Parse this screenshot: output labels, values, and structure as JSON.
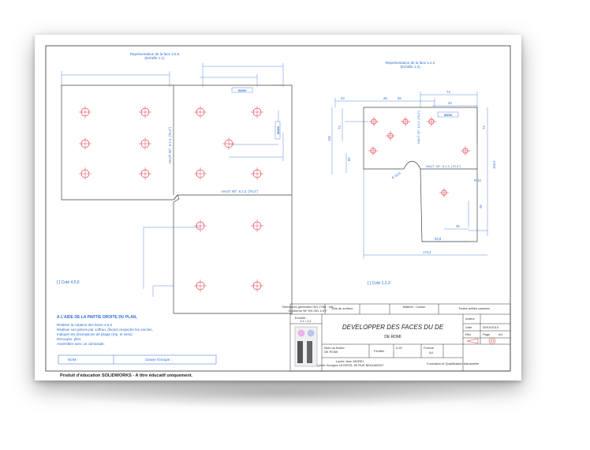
{
  "view_left": {
    "title": "Représentation de la face 4,5,6",
    "scale": "(Echelle 1:1)",
    "note_small": "90/90",
    "note_right": "60/60",
    "vertical_label": "HAUT. 90°, 6.2.3. (76,4°)",
    "horizontal_label": "HAUT. 90°, 6.2.3. (76,4°)",
    "cote": "[ ] Coté 4,5,6"
  },
  "view_right": {
    "title": "Représentation de la face 1,2,3",
    "scale": "(Echelle 1:2)",
    "note_small": "90/90",
    "vertical_label": "HAUT. 90°, 6.2.3. (76,4°)",
    "angle_label": "HAUT. 90°, 6.2.3. (76,4°)",
    "cote": "[ ] Coté 1,2,3",
    "dims": {
      "d1": "23",
      "d2": "28",
      "d3": "26",
      "d4": "73",
      "d5": "43",
      "h1": "73",
      "h2": "118",
      "h3": "80",
      "h4": "73",
      "h5": "153,2",
      "r1": "R 12",
      "r2": "R 16,5",
      "w1": "45",
      "w2": "93,8",
      "w3": "172,2",
      "v1": "45"
    }
  },
  "instructions": {
    "heading": "A L'AIDE DE LA PARTIE DROITE DU PLAN,",
    "lines": [
      "Réaliser la cotation des faces 4,5,6",
      "Réaliser ces pièces par coffrao, (faces) respecter les cercles,",
      "Indiquer les (inscriptions de pliage (rep. et sens)",
      "Découper, plier,",
      "Assembler avec un camarade."
    ],
    "nom_label": "NOM :",
    "classe_label": "Classe /Groupe :"
  },
  "title_block": {
    "top_cells": [
      "Tolérances générales ISO 2768 - mK",
      "Conforme NF EN ISO 4,5 F",
      "Etat de surface",
      "Matière : Carton",
      "Toutes arêtes cassées"
    ],
    "main_title": "DEVELOPPER DES FACES DU DE",
    "subtitle": "DE ROMI",
    "echelle_label": "Echelle :",
    "echelle_value": "1:1 / 1:2",
    "auteur_label": "Auteur",
    "date_label": "Date",
    "date_value": "09/10/2013",
    "rev_label": "Rév",
    "page_label": "Page",
    "page_value": "A4",
    "nom_fichier_label": "Nom du fichier",
    "nom_fichier_value": "DE ROMI",
    "feuille_label": "Feuillet",
    "format_label": "Format",
    "format_value": "A4",
    "lycee": "Lycée Jean MOREL",
    "lycee_addr": "Lycée Georges LEGROS, 80 RUE BEAUMONT",
    "formation": "Formation et Qualification Industrielle",
    "poids": "0,20"
  },
  "footer": "Produit d'éducation SOLIDWORKS - A titre éducatif uniquement."
}
